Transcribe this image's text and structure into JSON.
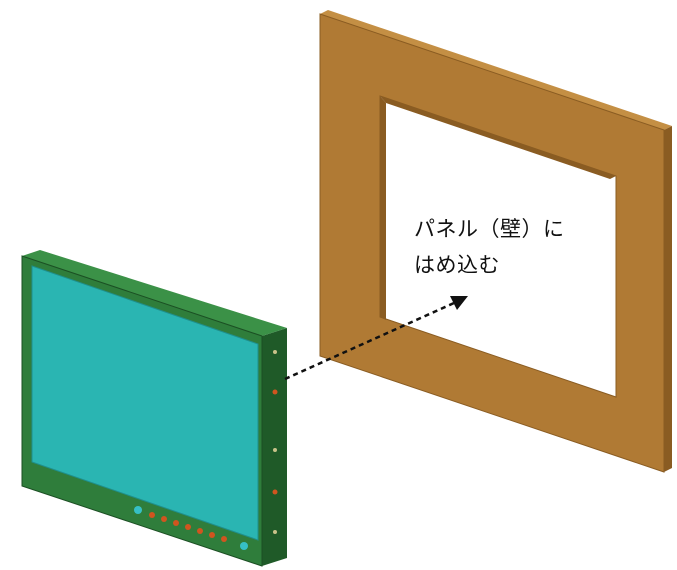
{
  "annotation": {
    "line1": "パネル（壁）に",
    "line2": "はめ込む"
  },
  "colors": {
    "background": "#ffffff",
    "panel_wall": "#b07a34",
    "panel_wall_edge": "#8a5c22",
    "monitor_bezel": "#2f7d3b",
    "monitor_bezel_dark": "#1f5a28",
    "monitor_screen": "#2ab5b2",
    "monitor_buttons": "#d0551f",
    "monitor_leds": "#36c0c6",
    "arrow": "#111111"
  },
  "icons": {
    "monitor": "panel-mount-monitor",
    "wall": "wall-panel-cutout",
    "arrow": "dashed-insert-arrow"
  }
}
